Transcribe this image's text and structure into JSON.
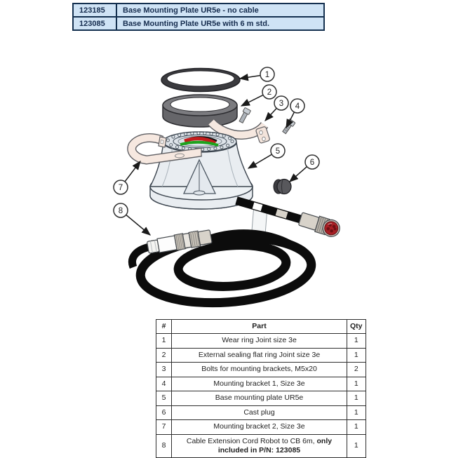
{
  "colors": {
    "variant_table_bg": "#cfe3f5",
    "variant_table_border": "#14304f",
    "variant_table_text": "#152c4e",
    "parts_table_border": "#2e2e2e",
    "bracket_beige": "#f6e8e0",
    "dome_gray": "#e9edf1",
    "wear_ring_gray": "#3b3b3f",
    "sealing_ring_gray": "#7b7b7f",
    "wire_red": "#c31d1d",
    "wire_green": "#1da31d",
    "cable_black": "#0c0c0c",
    "connector_beige": "#d8d3ca",
    "connector_face_red": "#a81f24"
  },
  "variant_table": {
    "rows": [
      {
        "part_number": "123185",
        "description": "Base Mounting Plate UR5e - no cable"
      },
      {
        "part_number": "123085",
        "description": "Base Mounting Plate UR5e with 6 m std."
      }
    ]
  },
  "diagram": {
    "callouts": [
      {
        "n": "1",
        "part": "Wear ring Joint size 3e"
      },
      {
        "n": "2",
        "part": "External sealing flat ring Joint size 3e"
      },
      {
        "n": "3",
        "part": "Mounting bracket 1, Size 3e"
      },
      {
        "n": "4",
        "part": "Bolts for mounting brackets, M5x20"
      },
      {
        "n": "5",
        "part": "Base mounting plate UR5e"
      },
      {
        "n": "6",
        "part": "Cast plug"
      },
      {
        "n": "7",
        "part": "Mounting bracket 2, Size 3e"
      },
      {
        "n": "8",
        "part": "Cable Extension Cord Robot to CB 6m"
      }
    ]
  },
  "parts_table": {
    "headers": {
      "num": "#",
      "part": "Part",
      "qty": "Qty"
    },
    "rows": [
      {
        "num": "1",
        "part": "Wear ring Joint size 3e",
        "part_bold": "",
        "qty": "1"
      },
      {
        "num": "2",
        "part": "External sealing flat ring Joint size 3e",
        "part_bold": "",
        "qty": "1"
      },
      {
        "num": "3",
        "part": "Bolts for mounting brackets, M5x20",
        "part_bold": "",
        "qty": "2"
      },
      {
        "num": "4",
        "part": "Mounting bracket 1, Size 3e",
        "part_bold": "",
        "qty": "1"
      },
      {
        "num": "5",
        "part": "Base mounting plate UR5e",
        "part_bold": "",
        "qty": "1"
      },
      {
        "num": "6",
        "part": "Cast plug",
        "part_bold": "",
        "qty": "1"
      },
      {
        "num": "7",
        "part": "Mounting bracket 2, Size 3e",
        "part_bold": "",
        "qty": "1"
      },
      {
        "num": "8",
        "part": "Cable Extension Cord Robot to CB 6m, ",
        "part_bold": "only included in P/N: 123085",
        "qty": "1"
      }
    ]
  }
}
